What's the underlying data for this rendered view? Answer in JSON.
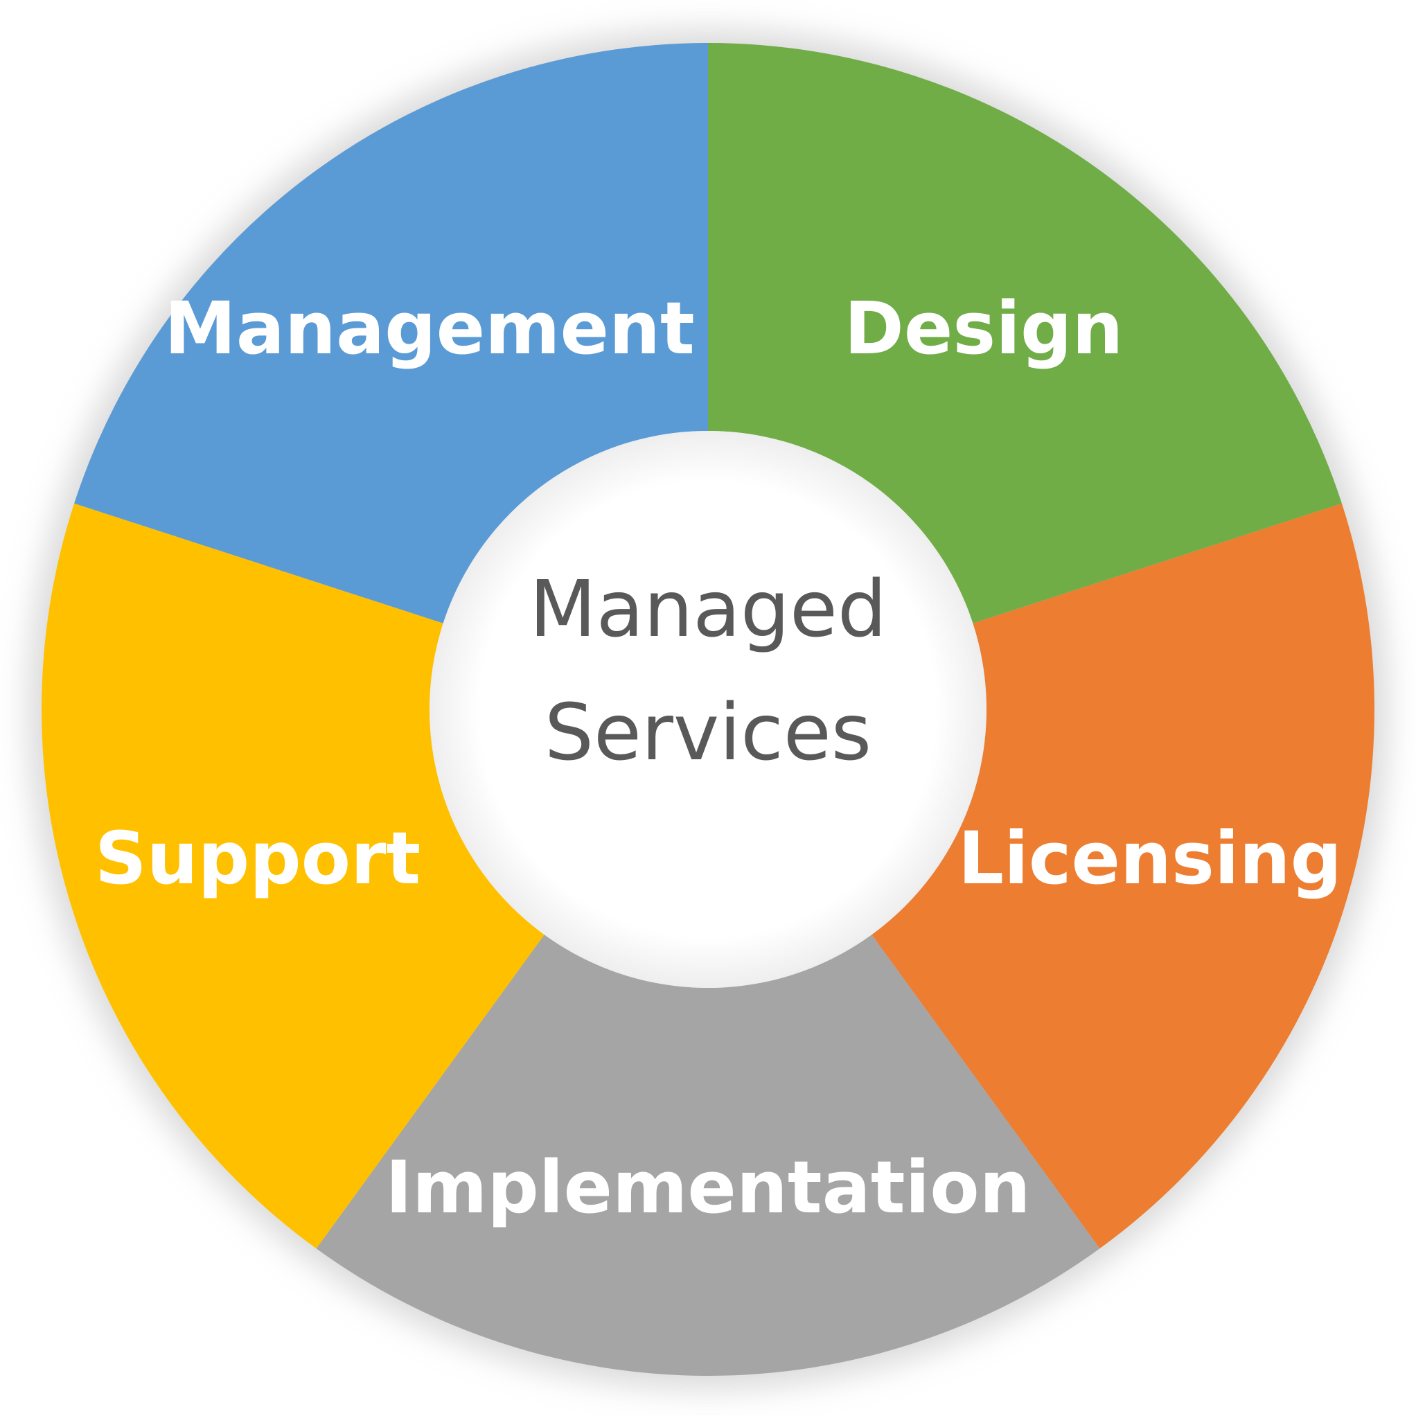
{
  "center": {
    "line1": "Managed",
    "line2": "Services",
    "text_color": "#595959"
  },
  "segments": [
    {
      "label": "Management",
      "color": "#5B9BD5"
    },
    {
      "label": "Design",
      "color": "#70AD47"
    },
    {
      "label": "Licensing",
      "color": "#ED7D31"
    },
    {
      "label": "Implementation",
      "color": "#A5A5A5"
    },
    {
      "label": "Support",
      "color": "#FFC000"
    }
  ]
}
